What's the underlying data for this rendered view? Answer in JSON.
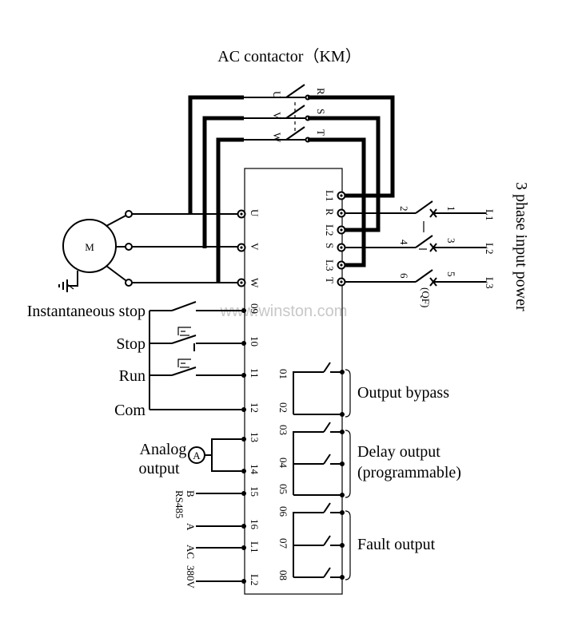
{
  "title": "AC contactor（KM）",
  "watermark": "www.winston.com",
  "power_label": "3 phase input power",
  "breaker_label": "(QF)",
  "motor_label": "M",
  "contactor": {
    "left": [
      "U",
      "V",
      "W"
    ],
    "right": [
      "R",
      "S",
      "T"
    ]
  },
  "softstarter_left_terminals": [
    "U",
    "V",
    "W",
    "09",
    "10",
    "11",
    "12",
    "13",
    "14",
    "15",
    "16",
    "L1",
    "L2"
  ],
  "softstarter_right_terminals": [
    "L1",
    "R",
    "L2",
    "S",
    "L3",
    "T"
  ],
  "relay_terminals": [
    "01",
    "02",
    "03",
    "04",
    "05",
    "06",
    "07",
    "08"
  ],
  "breaker_numbers": [
    "2",
    "1",
    "4",
    "3",
    "6",
    "5"
  ],
  "lines": [
    "L1",
    "L2",
    "L3"
  ],
  "control_labels": {
    "instantaneous_stop": "Instantaneous stop",
    "stop": "Stop",
    "run": "Run",
    "com": "Com",
    "analog_line1": "Analog",
    "analog_line2": "output",
    "meter": "A"
  },
  "comm_labels": {
    "b": "B",
    "a": "A",
    "rs485": "RS485",
    "ac": "AC",
    "v380": "380V"
  },
  "output_labels": {
    "bypass": "Output bypass",
    "delay_line1": "Delay output",
    "delay_line2": "(programmable)",
    "fault": "Fault output"
  }
}
